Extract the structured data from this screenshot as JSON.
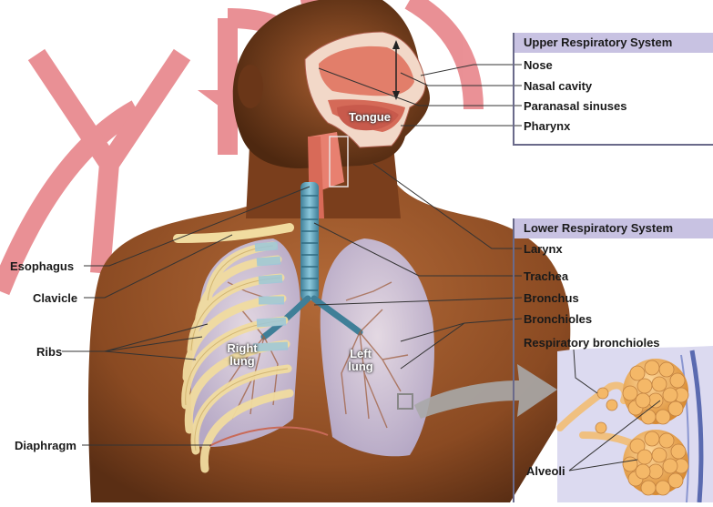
{
  "colors": {
    "header_bg": "#c8c2e2",
    "panel_border": "#6a6a8a",
    "skin": "#9a5a30",
    "skin_dark": "#5a2e14",
    "lung": "#d6cfe6",
    "bone": "#f1dca0",
    "airway": "#5aa0b8",
    "nasal": "#e27e6a",
    "alveoli": "#f0b060",
    "watermark": "#d8373f"
  },
  "upper_system": {
    "title": "Upper Respiratory System",
    "labels": [
      "Nose",
      "Nasal cavity",
      "Paranasal sinuses",
      "Pharynx"
    ]
  },
  "lower_system": {
    "title": "Lower Respiratory System",
    "labels": [
      "Larynx",
      "Trachea",
      "Bronchus",
      "Bronchioles",
      "Respiratory bronchioles",
      "Alveoli"
    ]
  },
  "left_labels": [
    "Esophagus",
    "Clavicle",
    "Ribs",
    "Diaphragm"
  ],
  "organ_labels": {
    "tongue": "Tongue",
    "right_lung": [
      "Right",
      "lung"
    ],
    "left_lung": [
      "Left",
      "lung"
    ]
  },
  "icons": {
    "zoom_arrow": "callout-arrow-icon",
    "magnify_box": "magnify-square-icon"
  }
}
